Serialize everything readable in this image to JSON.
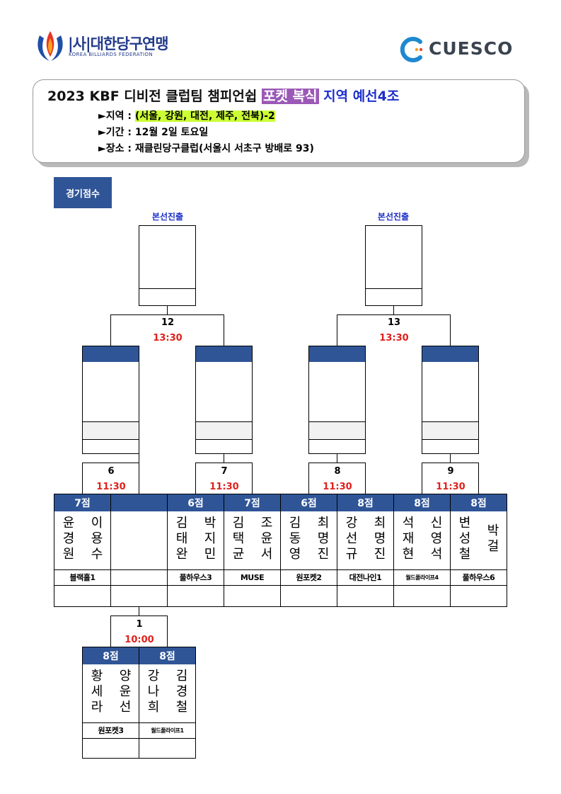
{
  "header": {
    "kbf_logo_text": "|사|대한당구연맹",
    "kbf_logo_sub": "KOREA BILLIARDS FEDERATION",
    "cuesco_logo_text": "CUESCO"
  },
  "info": {
    "title_part1": "2023 KBF 디비전 클럽팀 챔피언쉽",
    "title_highlight": "포켓 복식",
    "title_part2": "지역 예선4조",
    "region_label": "►지역 :",
    "region_value": "(서울, 강원, 대전, 제주, 전북)-2",
    "period_label": "►기간 :",
    "period_value": "12월 2일 토요일",
    "venue_label": "►장소 :",
    "venue_value": "재클린당구클럽(서울시 서초구 방배로 93)"
  },
  "badge": "경기점수",
  "advance_label": "본선진출",
  "finals": [
    {
      "number": "12",
      "time": "13:30"
    },
    {
      "number": "13",
      "time": "13:30"
    }
  ],
  "matches": [
    {
      "number": "6",
      "time": "11:30"
    },
    {
      "number": "7",
      "time": "11:30"
    },
    {
      "number": "8",
      "time": "11:30"
    },
    {
      "number": "9",
      "time": "11:30"
    }
  ],
  "prelim": {
    "number": "1",
    "time": "10:00"
  },
  "players": [
    {
      "score": "7점",
      "col1": "윤\n경\n원",
      "col2": "이\n용\n수",
      "club": "블랙홀1"
    },
    {
      "score": "",
      "col1": "",
      "col2": "",
      "club": ""
    },
    {
      "score": "6점",
      "col1": "김\n태\n완",
      "col2": "박\n지\n민",
      "club": "풀하우스3"
    },
    {
      "score": "7점",
      "col1": "김\n택\n균",
      "col2": "조\n윤\n서",
      "club": "MUSE"
    },
    {
      "score": "6점",
      "col1": "김\n동\n영",
      "col2": "최\n명\n진",
      "club": "원포켓2"
    },
    {
      "score": "8점",
      "col1": "강\n선\n규",
      "col2": "최\n명\n진",
      "club": "대전나인1"
    },
    {
      "score": "8점",
      "col1": "석\n재\n현",
      "col2": "신\n영\n석",
      "club": "월드풀라이프4"
    },
    {
      "score": "8점",
      "col1": "변\n성\n철",
      "col2": "박\n걸",
      "club": "풀하우스6"
    }
  ],
  "prelim_players": [
    {
      "score": "8점",
      "col1": "황\n세\n라",
      "col2": "양\n윤\n선",
      "club": "원포켓3"
    },
    {
      "score": "8점",
      "col1": "강\n나\n희",
      "col2": "김\n경\n철",
      "club": "월드풀라이프1"
    }
  ],
  "colors": {
    "header_blue": "#2f5597",
    "time_red": "#e0201b",
    "label_blue": "#1d2fc9",
    "highlight_purple": "#9b59b6",
    "highlight_green": "#ccff33"
  }
}
